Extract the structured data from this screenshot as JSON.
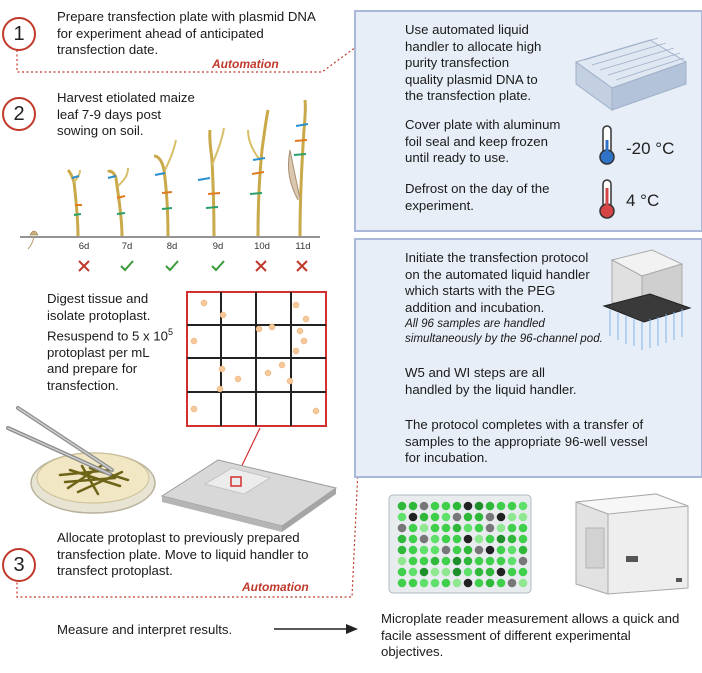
{
  "steps": {
    "s1": {
      "num": "1",
      "text": [
        "Prepare transfection plate with plasmid DNA",
        "for experiment ahead of anticipated",
        "transfection date."
      ]
    },
    "s2": {
      "num": "2",
      "text": [
        "Harvest etiolated maize",
        "leaf 7-9 days post",
        "sowing on soil."
      ]
    },
    "s3": {
      "num": "3",
      "text": [
        "Allocate protoplast to previously prepared",
        "transfection plate. Move to liquid handler to",
        "transfect protoplast."
      ]
    },
    "digest": [
      "Digest tissue and",
      "isolate protoplast.",
      "Resuspend to 5 x 10",
      "protoplast per mL",
      "and prepare for",
      "transfection."
    ],
    "digest_sup": "5",
    "measure": "Measure and interpret results."
  },
  "automation_label": "Automation",
  "days": [
    {
      "label": "6d",
      "mark": "cross"
    },
    {
      "label": "7d",
      "mark": "check"
    },
    {
      "label": "8d",
      "mark": "check"
    },
    {
      "label": "9d",
      "mark": "check"
    },
    {
      "label": "10d",
      "mark": "cross"
    },
    {
      "label": "11d",
      "mark": "cross"
    }
  ],
  "panel_top": {
    "p1": [
      "Use automated liquid",
      "handler to allocate high",
      "purity transfection",
      "quality plasmid DNA to",
      "the transfection plate."
    ],
    "p2": [
      "Cover plate with aluminum",
      "foil seal and keep frozen",
      "until ready to use."
    ],
    "p3": [
      "Defrost on the day of the",
      "experiment."
    ],
    "temp_cold": "-20 °C",
    "temp_warm": "4 °C"
  },
  "panel_bottom": {
    "p1": [
      "Initiate the transfection protocol",
      "on the automated liquid handler",
      "which starts with the PEG",
      "addition and incubation."
    ],
    "p1_italic": [
      "All 96 samples are handled",
      "simultaneously by the 96-channel pod."
    ],
    "p2": [
      "W5 and WI steps are all",
      "handled by the liquid handler."
    ],
    "p3": [
      "The protocol completes with a transfer of",
      "samples to the appropriate 96-well vessel",
      "for incubation."
    ]
  },
  "reader_text": [
    "Microplate reader measurement allows a quick and",
    "facile assessment of different experimental",
    "objectives."
  ],
  "colors": {
    "accent": "#c0392b",
    "panel_bg": "#e8eef8",
    "panel_border": "#a9b8d8",
    "check": "#3a9a3a",
    "cross": "#c0392b"
  }
}
